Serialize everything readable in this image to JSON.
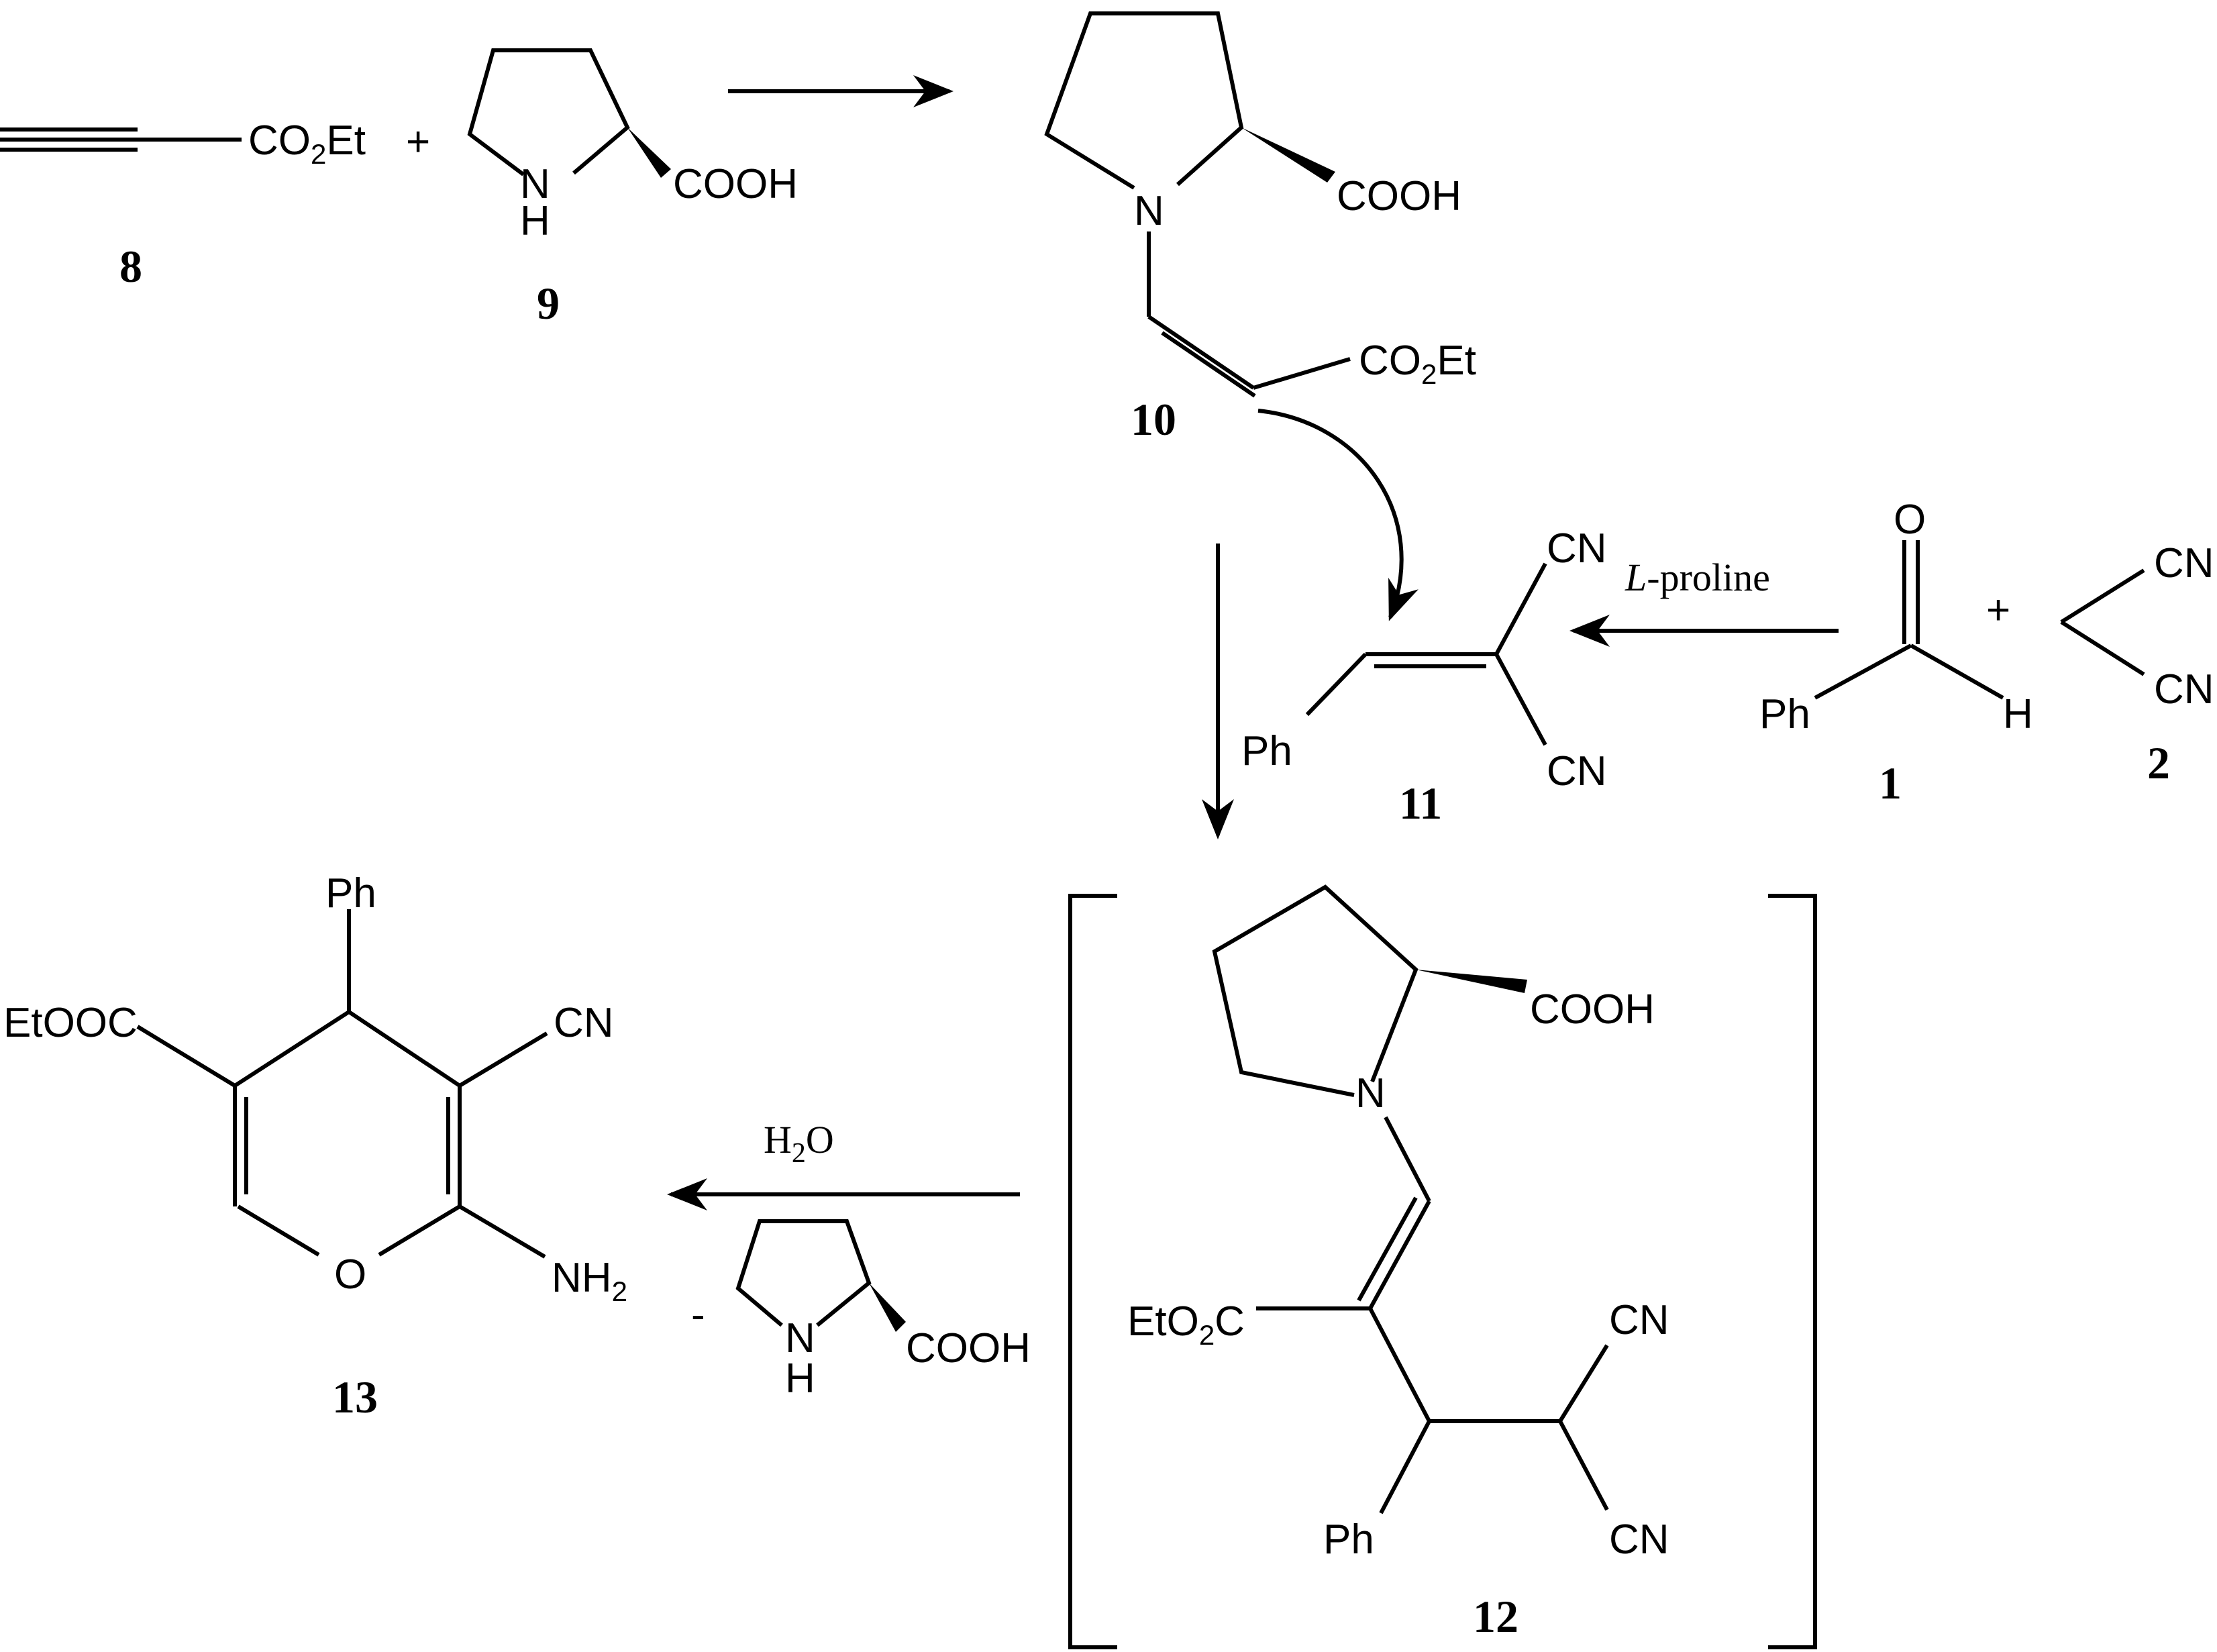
{
  "labels": {
    "co2et": "CO",
    "co2et_sub": "2",
    "co2et_tail": "Et",
    "cooh": "COOH",
    "n": "N",
    "h": "H",
    "cn": "CN",
    "ph": "Ph",
    "o": "O",
    "etooc": "EtOOC",
    "eto2c_a": "EtO",
    "eto2c_sub": "2",
    "eto2c_b": "C",
    "nh": "NH",
    "nh_sub": "2",
    "plus": "+",
    "minus": "-"
  },
  "conditions": {
    "lproline_italic": "L",
    "lproline_rest": "-proline",
    "water_a": "H",
    "water_sub": "2",
    "water_b": "O"
  },
  "compounds": {
    "c8": "8",
    "c9": "9",
    "c10": "10",
    "c11": "11",
    "c1": "1",
    "c2": "2",
    "c12": "12",
    "c13": "13"
  }
}
